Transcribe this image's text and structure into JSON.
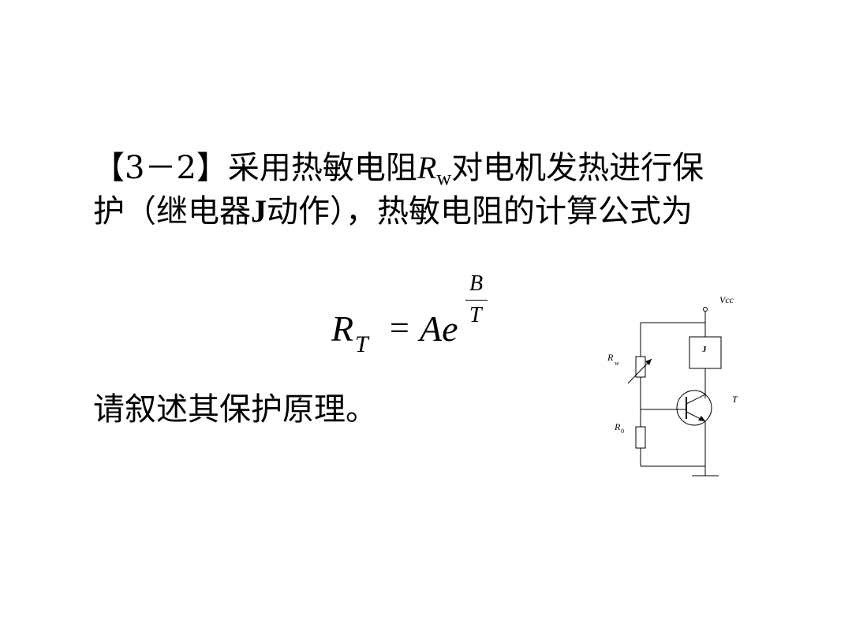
{
  "problem": {
    "number": "【3－2】",
    "line1_a": "采用热敏电阻",
    "resistor_var": "R",
    "resistor_sub": "w",
    "line1_b": "对电机发热进行保",
    "line2_a": "护（继电器",
    "relay_latin": "J",
    "line2_b": "动作），热敏电阻的计算公式为"
  },
  "formula": {
    "lhs": "R",
    "lhs_sub": "T",
    "equals": "=",
    "rhs": "Ae",
    "exp_numerator": "B",
    "exp_denominator": "T"
  },
  "question": "请叙述其保护原理。",
  "circuit": {
    "vcc_label": "Vcc",
    "relay_label": "J",
    "rw_label": "R",
    "rw_sub": "w",
    "r0_label": "R",
    "r0_sub": "0",
    "transistor_label": "T"
  }
}
